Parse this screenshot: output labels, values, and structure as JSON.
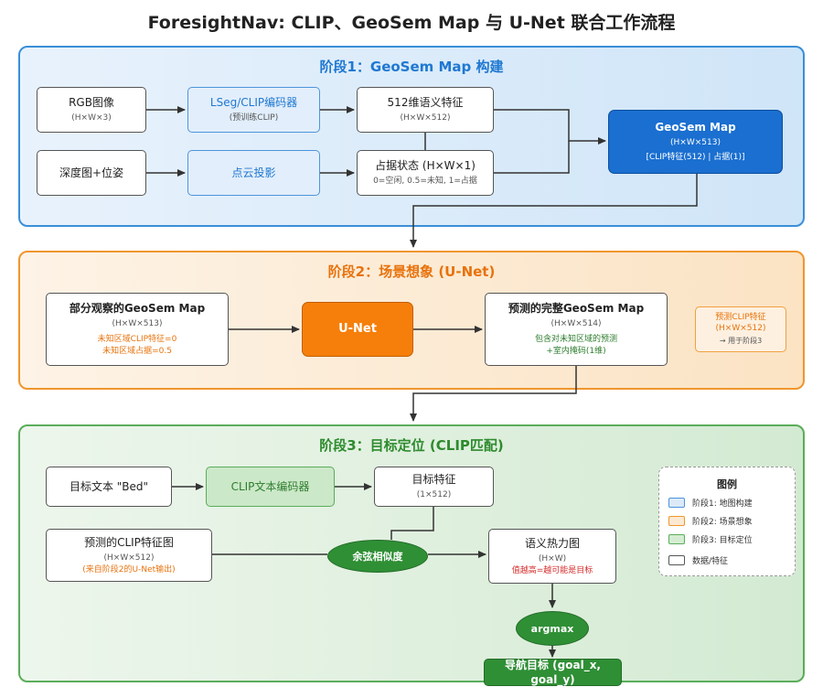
{
  "title": "ForesightNav: CLIP、GeoSem Map 与 U-Net 联合工作流程",
  "stage1": {
    "title": "阶段1：GeoSem Map 构建",
    "rgb": {
      "label": "RGB图像",
      "sub": "(H×W×3)"
    },
    "encoder": {
      "label": "LSeg/CLIP编码器",
      "sub": "(预训练CLIP)"
    },
    "semantic": {
      "label": "512维语义特征",
      "sub": "(H×W×512)"
    },
    "depth": {
      "label": "深度图+位姿"
    },
    "pointcloud": {
      "label": "点云投影"
    },
    "occupancy": {
      "label": "占据状态 (H×W×1)",
      "sub": "0=空闲, 0.5=未知, 1=占据"
    },
    "geosem": {
      "label": "GeoSem Map",
      "sub": "(H×W×513)",
      "sub2": "[CLIP特征(512) | 占据(1)]"
    }
  },
  "stage2": {
    "title": "阶段2：场景想象 (U-Net)",
    "partial": {
      "label": "部分观察的GeoSem Map",
      "sub": "(H×W×513)",
      "note1": "未知区域CLIP特征=0",
      "note2": "未知区域占据=0.5"
    },
    "unet": {
      "label": "U-Net"
    },
    "predicted": {
      "label": "预测的完整GeoSem Map",
      "sub": "(H×W×514)",
      "note1": "包含对未知区域的预测",
      "note2": "+室内掩码(1维)"
    },
    "pred_clip": {
      "label1": "预测CLIP特征",
      "label2": "(H×W×512)",
      "note": "→ 用于阶段3"
    }
  },
  "stage3": {
    "title": "阶段3：目标定位 (CLIP匹配)",
    "text_in": {
      "label": "目标文本 \"Bed\""
    },
    "text_enc": {
      "label": "CLIP文本编码器"
    },
    "target_feat": {
      "label": "目标特征",
      "sub": "(1×512)"
    },
    "pred_map": {
      "label": "预测的CLIP特征图",
      "sub": "(H×W×512)",
      "note": "(来自阶段2的U-Net输出)"
    },
    "cosine": {
      "label": "余弦相似度"
    },
    "heatmap": {
      "label": "语义热力图",
      "sub": "(H×W)",
      "note": "值越高=越可能是目标"
    },
    "argmax": {
      "label": "argmax"
    },
    "goal": {
      "label": "导航目标 (goal_x, goal_y)"
    }
  },
  "legend": {
    "title": "图例",
    "items": [
      {
        "label": "阶段1: 地图构建",
        "fill": "#dbe9f8",
        "stroke": "#4d95dc"
      },
      {
        "label": "阶段2: 场景想象",
        "fill": "#fde9d2",
        "stroke": "#f0962e"
      },
      {
        "label": "阶段3: 目标定位",
        "fill": "#d5ecd3",
        "stroke": "#5aad5a"
      },
      {
        "label": "数据/特征",
        "fill": "#ffffff",
        "stroke": "#555555"
      }
    ]
  }
}
